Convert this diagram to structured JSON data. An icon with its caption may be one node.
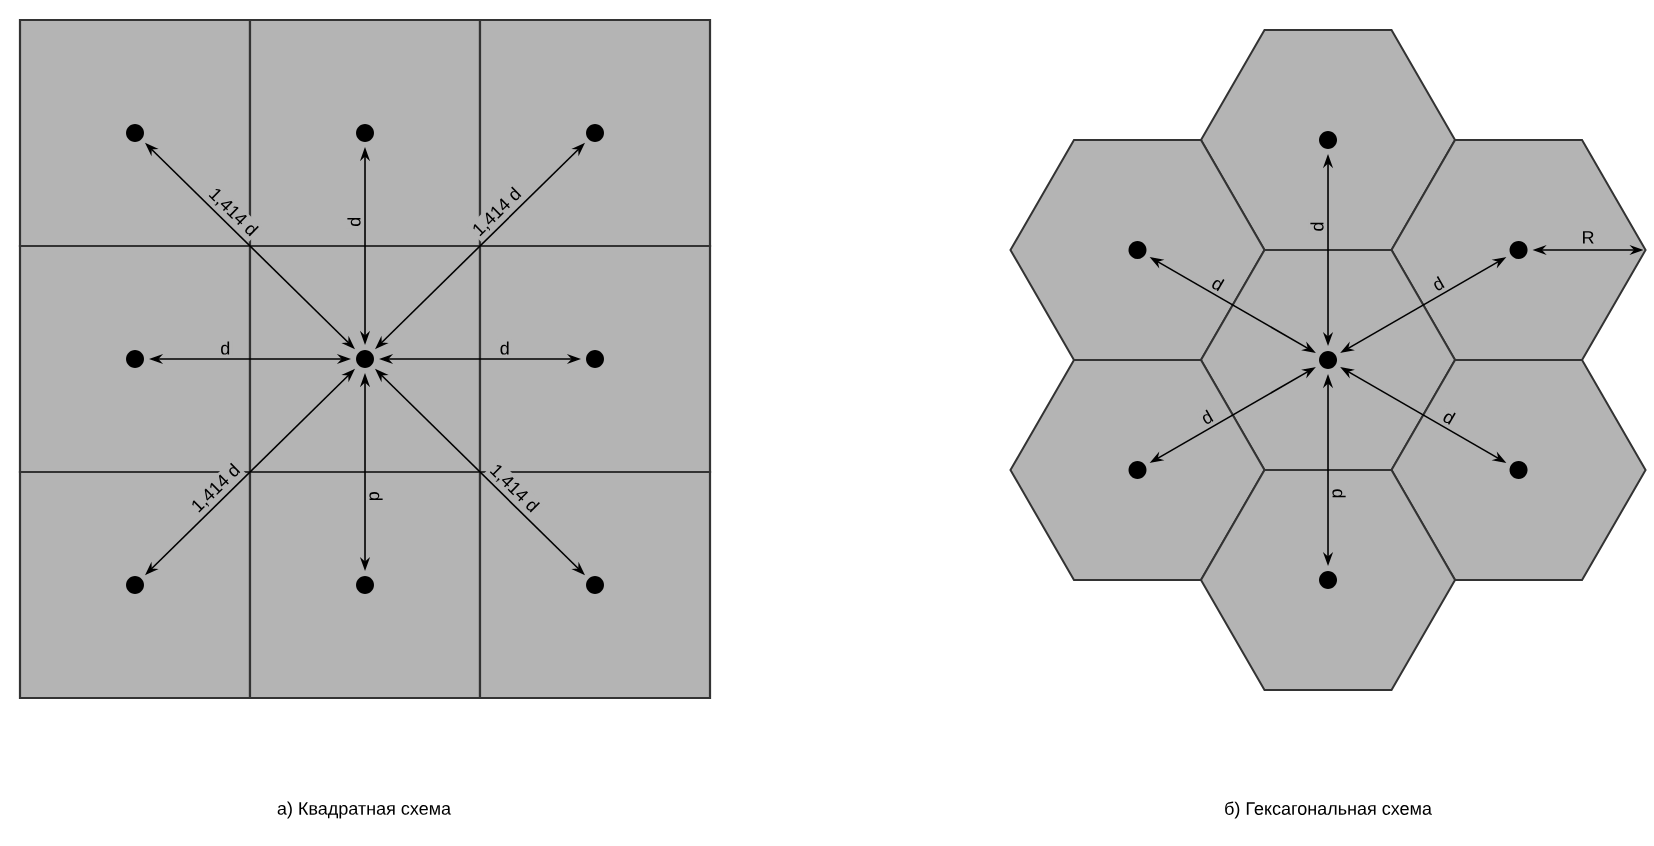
{
  "diagram": {
    "nodes": [
      {
        "text": [],
        "shape": "box"
      },
      {
        "text": [],
        "shape": "box"
      },
      {
        "text": [],
        "shape": "box"
      },
      {
        "text": [],
        "shape": "box"
      },
      {
        "text": [],
        "shape": "box"
      },
      {
        "text": [],
        "shape": "box"
      },
      {
        "text": [],
        "shape": "box"
      },
      {
        "text": [],
        "shape": "box"
      },
      {
        "text": [],
        "shape": "box"
      },
      {
        "text": [],
        "shape": "circle",
        "in": 0
      },
      {
        "text": [],
        "shape": "circle",
        "in": 1
      },
      {
        "text": [],
        "shape": "circle",
        "in": 2
      },
      {
        "text": [],
        "shape": "circle",
        "in": 3
      },
      {
        "text": [],
        "shape": "circle",
        "in": 4
      },
      {
        "text": [],
        "shape": "circle",
        "in": 5
      },
      {
        "text": [],
        "shape": "circle",
        "in": 6
      },
      {
        "text": [],
        "shape": "circle",
        "in": 7
      },
      {
        "text": [],
        "shape": "circle",
        "in": 8
      },
      {
        "text": [],
        "shape": "hexagon"
      },
      {
        "text": [],
        "shape": "hexagon"
      },
      {
        "text": [],
        "shape": "hexagon"
      },
      {
        "text": [],
        "shape": "hexagon"
      },
      {
        "text": [],
        "shape": "hexagon"
      },
      {
        "text": [],
        "shape": "hexagon"
      },
      {
        "text": [],
        "shape": "hexagon"
      },
      {
        "text": [],
        "shape": "circle",
        "in": 18
      },
      {
        "text": [],
        "shape": "circle",
        "in": 19
      },
      {
        "text": [],
        "shape": "circle",
        "in": 20
      },
      {
        "text": [],
        "shape": "circle",
        "in": 21
      },
      {
        "text": [],
        "shape": "circle",
        "in": 22
      },
      {
        "text": [],
        "shape": "circle",
        "in": 23
      },
      {
        "text": [],
        "shape": "circle",
        "in": 24
      }
    ],
    "edges": [
      {
        "from": 13,
        "to": 9,
        "arrow": "both",
        "label": "1,414 d"
      },
      {
        "from": 13,
        "to": 10,
        "arrow": "both",
        "label": "d"
      },
      {
        "from": 13,
        "to": 11,
        "arrow": "both",
        "label": "1,414 d"
      },
      {
        "from": 13,
        "to": 12,
        "arrow": "both",
        "label": "d"
      },
      {
        "from": 13,
        "to": 14,
        "arrow": "both",
        "label": "d"
      },
      {
        "from": 13,
        "to": 15,
        "arrow": "both",
        "label": "1,414 d"
      },
      {
        "from": 13,
        "to": 16,
        "arrow": "both",
        "label": "d"
      },
      {
        "from": 13,
        "to": 17,
        "arrow": "both",
        "label": "1,414 d"
      },
      {
        "from": 28,
        "to": 25,
        "arrow": "both",
        "label": "d"
      },
      {
        "from": 28,
        "to": 26,
        "arrow": "both",
        "label": "d"
      },
      {
        "from": 28,
        "to": 27,
        "arrow": "both",
        "label": "d"
      },
      {
        "from": 28,
        "to": 29,
        "arrow": "both",
        "label": "d"
      },
      {
        "from": 28,
        "to": 30,
        "arrow": "both",
        "label": "d"
      },
      {
        "from": 28,
        "to": 31,
        "arrow": "both",
        "label": "d"
      },
      {
        "from": 27,
        "to": 20,
        "arrow": "both",
        "label": "R"
      }
    ],
    "labels": [
      "а) Квадратная схема",
      "б) Гексагональная схема"
    ]
  }
}
